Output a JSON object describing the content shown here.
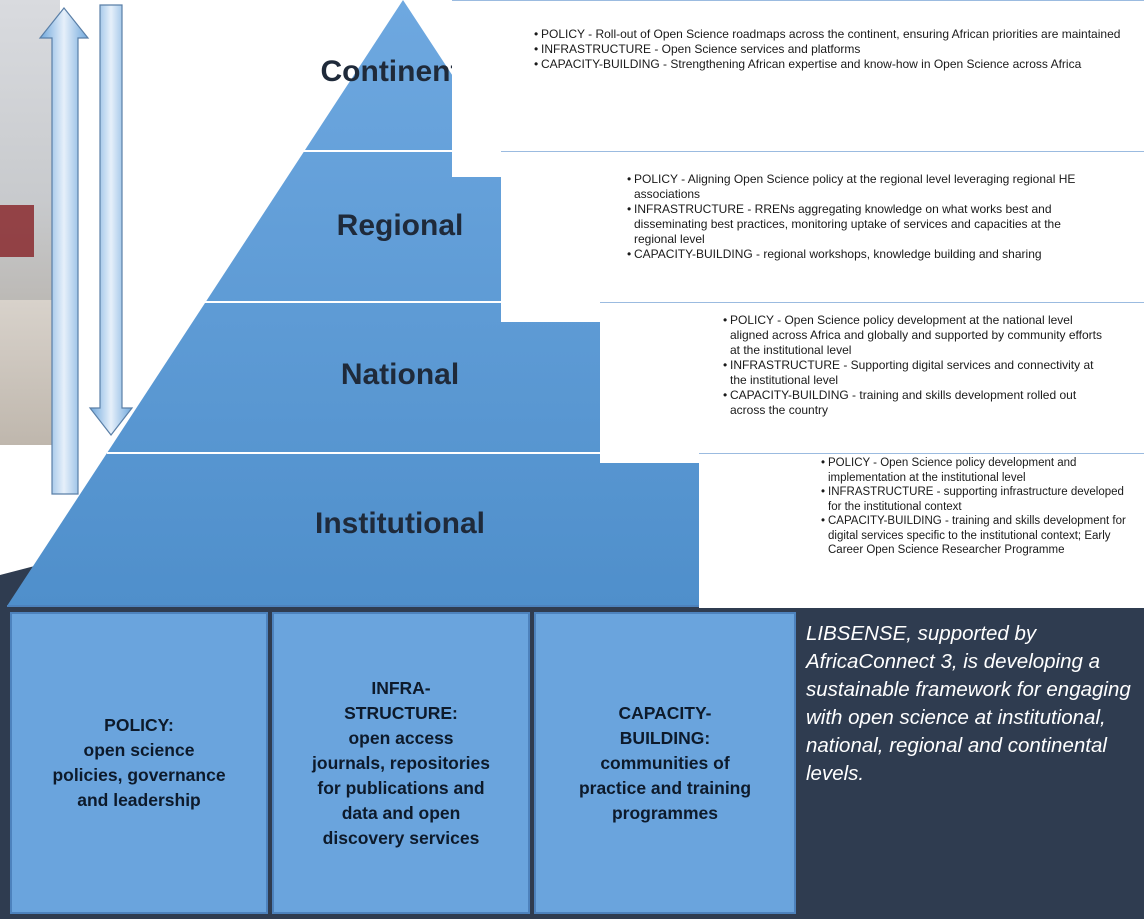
{
  "pyramid_levels": [
    {
      "label": "Continental",
      "items": [
        "POLICY - Roll-out of Open Science roadmaps across the continent, ensuring African priorities are maintained",
        "INFRASTRUCTURE - Open Science services and platforms",
        "CAPACITY-BUILDING - Strengthening African expertise and know-how in Open Science across Africa"
      ]
    },
    {
      "label": "Regional",
      "items": [
        "POLICY - Aligning Open Science policy at the regional level leveraging regional HE associations",
        "INFRASTRUCTURE - RRENs aggregating knowledge on what works best and disseminating best practices, monitoring uptake of services and capacities at the regional level",
        "CAPACITY-BUILDING - regional workshops, knowledge building and sharing"
      ]
    },
    {
      "label": "National",
      "items": [
        "POLICY - Open Science policy development at the national level aligned across Africa and globally and supported by community efforts at the institutional level",
        "INFRASTRUCTURE - Supporting digital services and connectivity at the institutional level",
        "CAPACITY-BUILDING - training and skills development rolled out across the country"
      ]
    },
    {
      "label": "Institutional",
      "items": [
        "POLICY - Open Science policy development and implementation at the institutional level",
        "INFRASTRUCTURE - supporting infrastructure developed for the institutional context",
        "CAPACITY-BUILDING - training and skills development for digital services specific to the institutional context; Early Career Open Science Researcher Programme"
      ]
    }
  ],
  "pillars": [
    {
      "text": "POLICY:\nopen science\npolicies, governance\nand leadership"
    },
    {
      "text": "INFRA-\nSTRUCTURE:\nopen access\njournals, repositories\nfor publications and\ndata and open\ndiscovery services"
    },
    {
      "text": "CAPACITY-\nBUILDING:\ncommunities of\npractice and training\nprogrammes"
    }
  ],
  "summary": "LIBSENSE, supported by AfricaConnect 3, is developing a sustainable framework for engaging with open science at institutional, national, regional and continental levels.",
  "colors": {
    "pyramid": "#5b9bd5",
    "pillar": "#6aa4dd",
    "navy": "#2f3c50",
    "row_line": "#9bbbe0"
  }
}
